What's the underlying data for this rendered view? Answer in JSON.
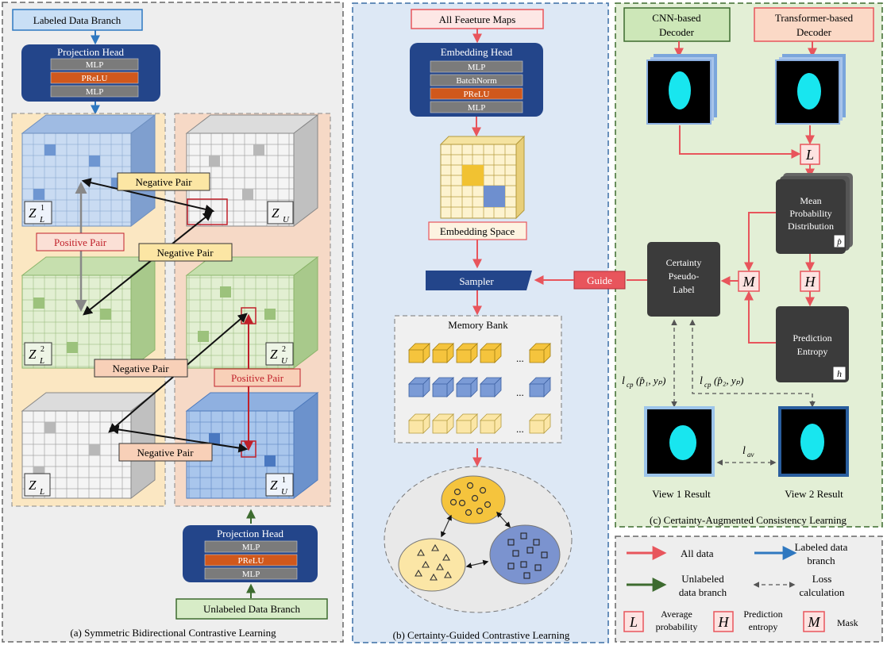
{
  "panel_a": {
    "caption": "(a) Symmetric Bidirectional Contrastive Learning",
    "labeled_branch": "Labeled Data Branch",
    "unlabeled_branch": "Unlabeled Data Branch",
    "proj_head_title": "Projection Head",
    "proj_layers": [
      "MLP",
      "PReLU",
      "MLP"
    ],
    "negative_pair": "Negative Pair",
    "positive_pair": "Positive Pair",
    "z_labels": [
      "Z",
      "Z",
      "Z",
      "Z",
      "Z",
      "Z"
    ],
    "z_subs": [
      "L",
      "U",
      "L",
      "U",
      "L",
      "U"
    ],
    "z_sups": [
      "1",
      "",
      "2",
      "2",
      "",
      "1"
    ]
  },
  "panel_b": {
    "caption": "(b) Certainty-Guided Contrastive Learning",
    "feature_maps": "All Feaeture Maps",
    "embed_head_title": "Embedding Head",
    "embed_layers": [
      "MLP",
      "BatchNorm",
      "PReLU",
      "MLP"
    ],
    "embedding_space": "Embedding Space",
    "sampler": "Sampler",
    "memory_bank": "Memory Bank",
    "ellipsis": "...",
    "guide": "Guide"
  },
  "panel_c": {
    "caption": "(c) Certainty-Augmented Consistency Learning",
    "cnn_decoder": [
      "CNN-based",
      "Decoder"
    ],
    "transformer_decoder": [
      "Transformer-based",
      "Decoder"
    ],
    "mean_prob": [
      "Mean",
      "Probability",
      "Distribution"
    ],
    "p_hat": "p̂",
    "certainty": [
      "Certainty",
      "Pseudo-",
      "Label"
    ],
    "pred_entropy": [
      "Prediction",
      "Entropy"
    ],
    "h_small": "h",
    "L": "L",
    "H": "H",
    "M": "M",
    "loss1": "l",
    "loss1_rest": "(p̂₁, yₚ)",
    "loss2_rest": "(p̂₂, yₚ)",
    "loss_sub": "cp",
    "lav": "l",
    "lav_sub": "av",
    "view1": "View 1 Result",
    "view2": "View 2 Result"
  },
  "legend": {
    "all_data": "All data",
    "labeled": [
      "Labeled data",
      "branch"
    ],
    "unlabeled": [
      "Unlabeled",
      "data branch"
    ],
    "loss": [
      "Loss",
      "calculation"
    ],
    "L": "L",
    "L_text": [
      "Average",
      "probability"
    ],
    "H": "H",
    "H_text": [
      "Prediction",
      "entropy"
    ],
    "M": "M",
    "M_text": "Mask"
  },
  "colors": {
    "red": "#e8555c",
    "blue": "#2f78c0",
    "green": "#3d6b2f",
    "navy": "#23458a",
    "orange": "#d0581c"
  }
}
